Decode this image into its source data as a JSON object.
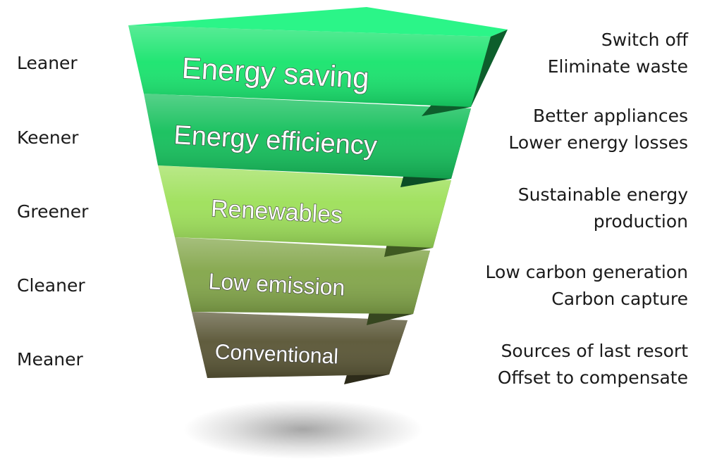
{
  "tiers": [
    {
      "left_label": "Leaner",
      "title": "Energy saving",
      "descriptions": [
        "Switch off",
        "Eliminate waste"
      ],
      "front_color": "#19e46e",
      "side_color": "#0d5e2c"
    },
    {
      "left_label": "Keener",
      "title": "Energy efficiency",
      "descriptions": [
        "Better appliances",
        "Lower energy losses"
      ],
      "front_color": "#15c05c",
      "side_color": "#0c4d26"
    },
    {
      "left_label": "Greener",
      "title": "Renewables",
      "descriptions": [
        "Sustainable energy",
        "production"
      ],
      "front_color": "#9ee05a",
      "side_color": "#3f5a22"
    },
    {
      "left_label": "Cleaner",
      "title": "Low emission",
      "descriptions": [
        "Low carbon generation",
        "Carbon capture"
      ],
      "front_color": "#83a64a",
      "side_color": "#36461f"
    },
    {
      "left_label": "Meaner",
      "title": "Conventional",
      "descriptions": [
        "Sources of last resort",
        "Offset to compensate"
      ],
      "front_color": "#5a5636",
      "side_color": "#2d2b1a"
    }
  ]
}
